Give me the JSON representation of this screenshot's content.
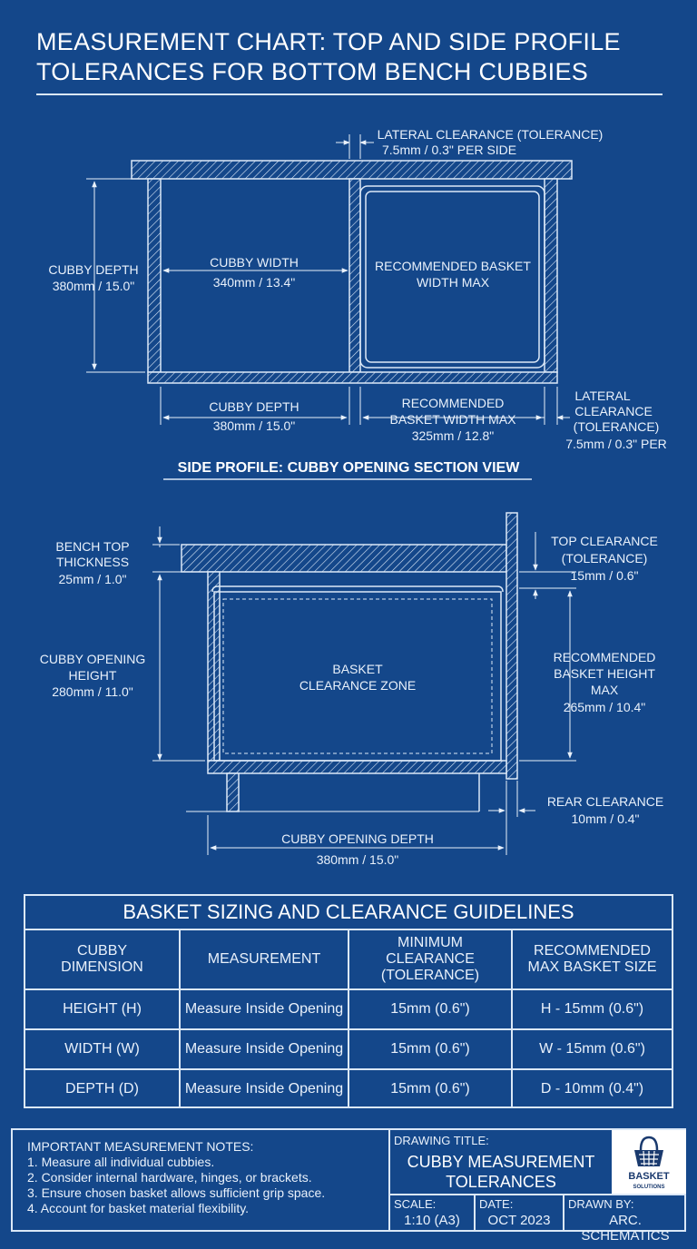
{
  "title": {
    "line1": "MEASUREMENT CHART: TOP AND SIDE PROFILE",
    "line2": "TOLERANCES FOR BOTTOM BENCH CUBBIES"
  },
  "top_view": {
    "lateral_clearance_top": {
      "line1": "LATERAL CLEARANCE (TOLERANCE)",
      "line2": "7.5mm / 0.3\" PER SIDE"
    },
    "cubby_depth_left": {
      "line1": "CUBBY DEPTH",
      "line2": "380mm / 15.0\""
    },
    "cubby_width": {
      "line1": "CUBBY WIDTH",
      "line2": "340mm / 13.4\""
    },
    "basket_width_max_inside": {
      "line1": "RECOMMENDED BASKET",
      "line2": "WIDTH MAX"
    },
    "cubby_depth_bottom": {
      "line1": "CUBBY DEPTH",
      "line2": "380mm / 15.0\""
    },
    "basket_width_max_bottom": {
      "line1": "RECOMMENDED",
      "line2": "BASKET WIDTH MAX",
      "line3": "325mm / 12.8\""
    },
    "lateral_clearance_right": {
      "line1": "LATERAL",
      "line2": "CLEARANCE",
      "line3": "(TOLERANCE)",
      "line4": "7.5mm / 0.3\" PER"
    }
  },
  "side_view": {
    "heading": "SIDE PROFILE: CUBBY OPENING SECTION VIEW",
    "bench_top": {
      "line1": "BENCH TOP",
      "line2": "THICKNESS",
      "line3": "25mm / 1.0\""
    },
    "opening_height": {
      "line1": "CUBBY OPENING",
      "line2": "HEIGHT",
      "line3": "280mm / 11.0\""
    },
    "zone": {
      "line1": "BASKET",
      "line2": "CLEARANCE ZONE"
    },
    "top_clearance": {
      "line1": "TOP CLEARANCE",
      "line2": "(TOLERANCE)",
      "line3": "15mm / 0.6\""
    },
    "basket_height_max": {
      "line1": "RECOMMENDED",
      "line2": "BASKET HEIGHT",
      "line3": "MAX",
      "line4": "265mm / 10.4\""
    },
    "rear_clearance": {
      "line1": "REAR CLEARANCE",
      "line2": "10mm / 0.4\""
    },
    "opening_depth": {
      "line1": "CUBBY OPENING DEPTH",
      "line2": "380mm / 15.0\""
    }
  },
  "guidelines": {
    "title": "BASKET SIZING AND CLEARANCE GUIDELINES",
    "headers": [
      {
        "line1": "CUBBY",
        "line2": "DIMENSION",
        "line3": ""
      },
      {
        "line1": "MEASUREMENT",
        "line2": "",
        "line3": ""
      },
      {
        "line1": "MINIMUM",
        "line2": "CLEARANCE",
        "line3": "(TOLERANCE)"
      },
      {
        "line1": "RECOMMENDED",
        "line2": "MAX BASKET SIZE",
        "line3": ""
      }
    ],
    "rows": [
      [
        "HEIGHT (H)",
        "Measure Inside Opening",
        "15mm (0.6\")",
        "H - 15mm (0.6\")"
      ],
      [
        "WIDTH (W)",
        "Measure Inside Opening",
        "15mm (0.6\")",
        "W - 15mm (0.6\")"
      ],
      [
        "DEPTH (D)",
        "Measure Inside Opening",
        "15mm (0.6\")",
        "D - 10mm (0.4\")"
      ]
    ]
  },
  "title_block": {
    "notes_heading": "IMPORTANT MEASUREMENT NOTES:",
    "notes": [
      "1. Measure all individual cubbies.",
      "2. Consider internal hardware, hinges, or brackets.",
      "3. Ensure chosen basket allows sufficient grip space.",
      "4. Account for basket material flexibility."
    ],
    "drawing_title_label": "DRAWING TITLE:",
    "drawing_title_line1": "CUBBY MEASUREMENT",
    "drawing_title_line2": "TOLERANCES",
    "logo_line1": "BASKET",
    "logo_line2": "SOLUTIONS",
    "logo_icon": "basket-icon",
    "scale_label": "SCALE:",
    "scale_value": "1:10 (A3)",
    "date_label": "DATE:",
    "date_value": "OCT 2023",
    "drawn_by_label": "DRAWN BY:",
    "drawn_by_value": "ARC. SCHEMATICS"
  },
  "colors": {
    "background": "#14478a",
    "line": "#dbe8f7",
    "text": "#e9f1fb"
  }
}
